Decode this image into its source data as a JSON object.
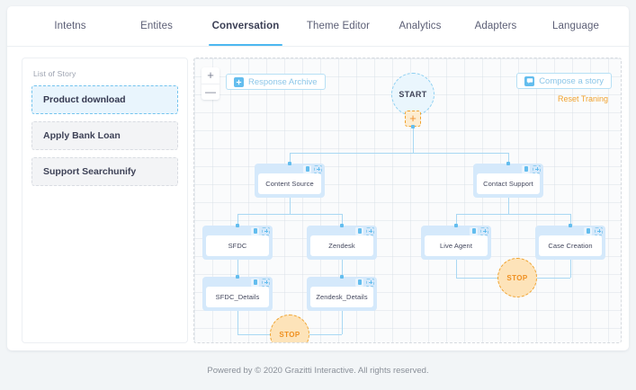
{
  "tabs": [
    {
      "label": "Intetns",
      "active": false
    },
    {
      "label": "Entites",
      "active": false
    },
    {
      "label": "Conversation",
      "active": true
    },
    {
      "label": "Theme Editor",
      "active": false
    },
    {
      "label": "Analytics",
      "active": false
    },
    {
      "label": "Adapters",
      "active": false
    },
    {
      "label": "Language",
      "active": false
    }
  ],
  "sidebar": {
    "title": "List of Story",
    "items": [
      {
        "label": "Product download",
        "selected": true
      },
      {
        "label": "Apply Bank Loan",
        "selected": false
      },
      {
        "label": "Support Searchunify",
        "selected": false
      }
    ]
  },
  "canvas": {
    "zoom_in_label": "+",
    "zoom_out_label": "—",
    "response_archive_label": "Response Archive",
    "compose_story_label": "Compose a story",
    "reset_training_label": "Reset Traning",
    "start_label": "START",
    "add_node_label": "+",
    "stop_label": "STOP",
    "nodes": [
      {
        "label": "Content Source"
      },
      {
        "label": "Contact Support"
      },
      {
        "label": "SFDC"
      },
      {
        "label": "Zendesk"
      },
      {
        "label": "Live Agent"
      },
      {
        "label": "Case Creation"
      },
      {
        "label": "SFDC_Details"
      },
      {
        "label": "Zendesk_Details"
      }
    ]
  },
  "footer": {
    "text": "Powered by © 2020 Grazitti Interactive. All rights reserved."
  },
  "colors": {
    "accent_blue": "#4cb8f0",
    "node_blue": "#d5e9fb",
    "stop_orange": "#f0a22e",
    "wire_blue": "#a9d8f3"
  }
}
